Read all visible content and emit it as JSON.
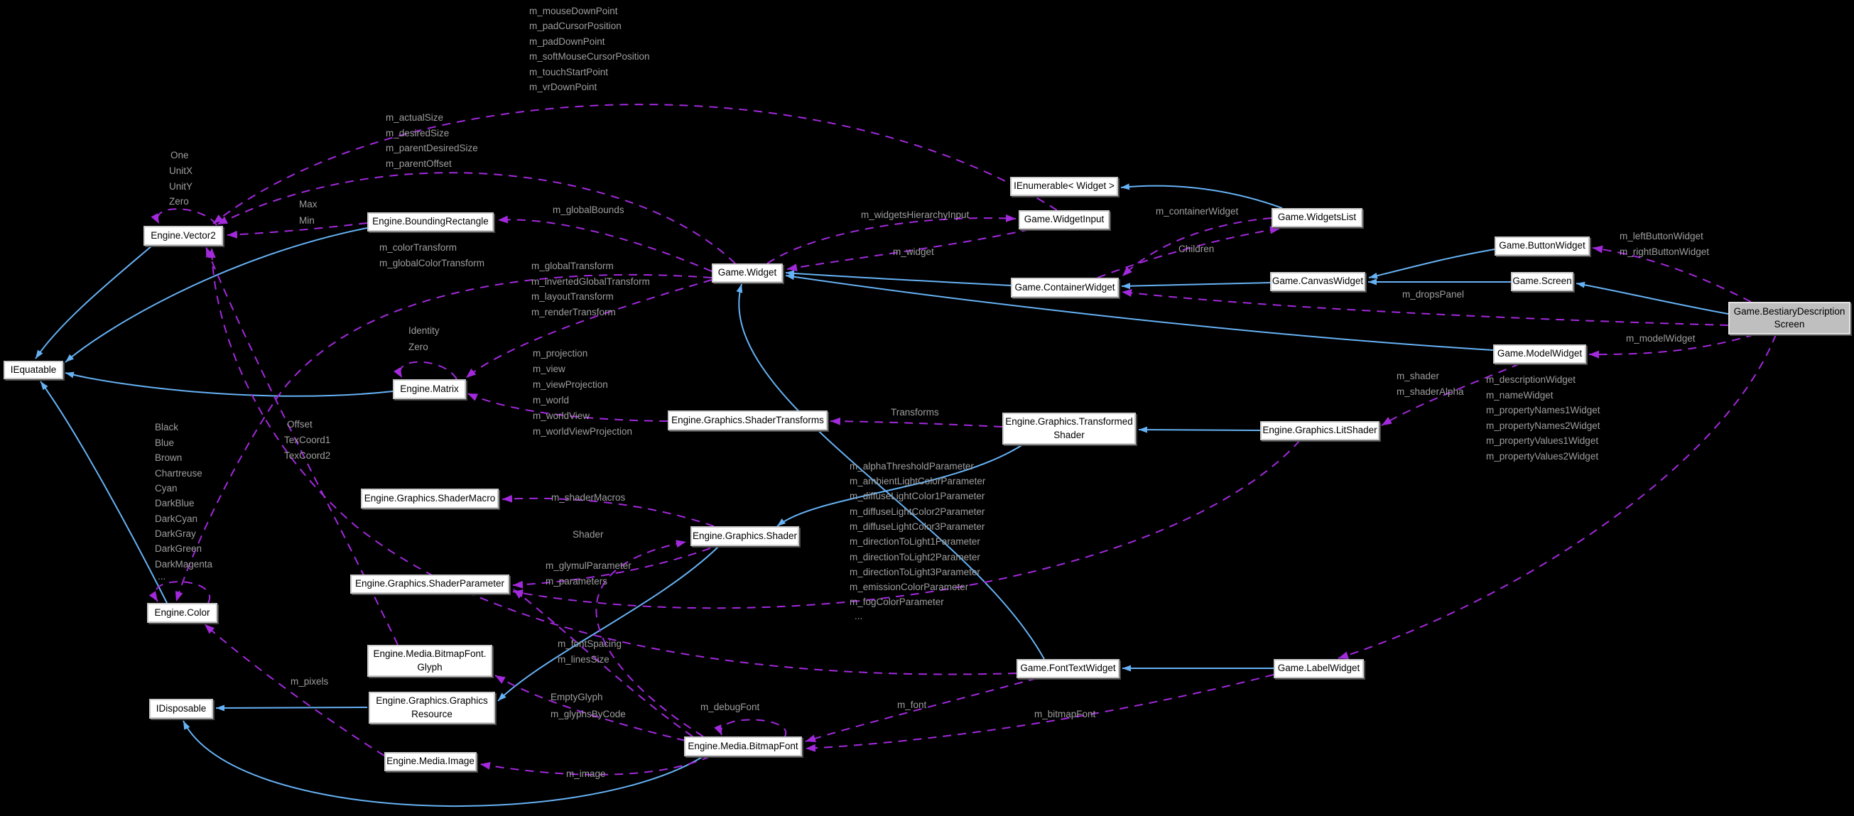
{
  "diagram": {
    "type": "doxygen-collaboration-graph",
    "background": "#000000",
    "colors": {
      "inheritance_edge": "#66b2f5",
      "usage_edge": "#a329dd",
      "edge_label": "#9e9e9e",
      "node_fill": "#ffffff",
      "node_border": "#c9c9c9",
      "node_text": "#000000",
      "highlighted_node_fill": "#bfbfbf"
    },
    "nodes": [
      {
        "id": "vector2",
        "label": "Engine.Vector2"
      },
      {
        "id": "iequatable",
        "label": "IEquatable"
      },
      {
        "id": "boundingrectangle",
        "label": "Engine.BoundingRectangle"
      },
      {
        "id": "matrix",
        "label": "Engine.Matrix"
      },
      {
        "id": "color",
        "label": "Engine.Color"
      },
      {
        "id": "idisposable",
        "label": "IDisposable"
      },
      {
        "id": "shadermacro",
        "label": "Engine.Graphics.ShaderMacro"
      },
      {
        "id": "shaderparameter",
        "label": "Engine.Graphics.ShaderParameter"
      },
      {
        "id": "bitmapfontglyph",
        "label": "Engine.Media.BitmapFont.\nGlyph"
      },
      {
        "id": "graphicsresource",
        "label": "Engine.Graphics.Graphics\nResource"
      },
      {
        "id": "mediaimage",
        "label": "Engine.Media.Image"
      },
      {
        "id": "mediabitmapfont",
        "label": "Engine.Media.BitmapFont"
      },
      {
        "id": "shader",
        "label": "Engine.Graphics.Shader"
      },
      {
        "id": "shadertransforms",
        "label": "Engine.Graphics.ShaderTransforms"
      },
      {
        "id": "widget",
        "label": "Game.Widget"
      },
      {
        "id": "widgetinput",
        "label": "Game.WidgetInput"
      },
      {
        "id": "ienumerablewidget",
        "label": "IEnumerable< Widget >"
      },
      {
        "id": "widgetslist",
        "label": "Game.WidgetsList"
      },
      {
        "id": "containerwidget",
        "label": "Game.ContainerWidget"
      },
      {
        "id": "canvaswidget",
        "label": "Game.CanvasWidget"
      },
      {
        "id": "buttonwidget",
        "label": "Game.ButtonWidget"
      },
      {
        "id": "screen",
        "label": "Game.Screen"
      },
      {
        "id": "bestiarydescriptionscreen",
        "label": "Game.BestiaryDescription\nScreen",
        "highlighted": true
      },
      {
        "id": "modelwidget",
        "label": "Game.ModelWidget"
      },
      {
        "id": "litshader",
        "label": "Engine.Graphics.LitShader"
      },
      {
        "id": "transformedshader",
        "label": "Engine.Graphics.Transformed\nShader"
      },
      {
        "id": "fonttextwidget",
        "label": "Game.FontTextWidget"
      },
      {
        "id": "labelwidget",
        "label": "Game.LabelWidget"
      }
    ],
    "edge_labels": [
      {
        "id": "mouseDownPoint",
        "text": "m_mouseDownPoint"
      },
      {
        "id": "padCursorPosition",
        "text": "m_padCursorPosition"
      },
      {
        "id": "padDownPoint",
        "text": "m_padDownPoint"
      },
      {
        "id": "softMouseCursorPosition",
        "text": "m_softMouseCursorPosition"
      },
      {
        "id": "touchStartPoint",
        "text": "m_touchStartPoint"
      },
      {
        "id": "vrDownPoint",
        "text": "m_vrDownPoint"
      },
      {
        "id": "actualSize",
        "text": "m_actualSize"
      },
      {
        "id": "desiredSize",
        "text": "m_desiredSize"
      },
      {
        "id": "parentDesiredSize",
        "text": "m_parentDesiredSize"
      },
      {
        "id": "parentOffset",
        "text": "m_parentOffset"
      },
      {
        "id": "one",
        "text": "One"
      },
      {
        "id": "unitX",
        "text": "UnitX"
      },
      {
        "id": "unitY",
        "text": "UnitY"
      },
      {
        "id": "zeroV",
        "text": "Zero"
      },
      {
        "id": "max",
        "text": "Max"
      },
      {
        "id": "min",
        "text": "Min"
      },
      {
        "id": "globalBounds",
        "text": "m_globalBounds"
      },
      {
        "id": "colorTransform",
        "text": "m_colorTransform"
      },
      {
        "id": "globalColorTransform",
        "text": "m_globalColorTransform"
      },
      {
        "id": "globalTransform",
        "text": "m_globalTransform"
      },
      {
        "id": "invertedGlobalTransform",
        "text": "m_invertedGlobalTransform"
      },
      {
        "id": "layoutTransform",
        "text": "m_layoutTransform"
      },
      {
        "id": "renderTransform",
        "text": "m_renderTransform"
      },
      {
        "id": "identity",
        "text": "Identity"
      },
      {
        "id": "zeroM",
        "text": "Zero"
      },
      {
        "id": "projection",
        "text": "m_projection"
      },
      {
        "id": "view",
        "text": "m_view"
      },
      {
        "id": "viewProjection",
        "text": "m_viewProjection"
      },
      {
        "id": "world",
        "text": "m_world"
      },
      {
        "id": "worldView",
        "text": "m_worldView"
      },
      {
        "id": "worldViewProjection",
        "text": "m_worldViewProjection"
      },
      {
        "id": "offset",
        "text": "Offset"
      },
      {
        "id": "texCoord1",
        "text": "TexCoord1"
      },
      {
        "id": "texCoord2",
        "text": "TexCoord2"
      },
      {
        "id": "black",
        "text": "Black"
      },
      {
        "id": "blue",
        "text": "Blue"
      },
      {
        "id": "brown",
        "text": "Brown"
      },
      {
        "id": "chartreuse",
        "text": "Chartreuse"
      },
      {
        "id": "cyan",
        "text": "Cyan"
      },
      {
        "id": "darkBlue",
        "text": "DarkBlue"
      },
      {
        "id": "darkCyan",
        "text": "DarkCyan"
      },
      {
        "id": "darkGray",
        "text": "DarkGray"
      },
      {
        "id": "darkGreen",
        "text": "DarkGreen"
      },
      {
        "id": "darkMagenta",
        "text": "DarkMagenta"
      },
      {
        "id": "colorsEllipsis",
        "text": "..."
      },
      {
        "id": "transforms",
        "text": "Transforms"
      },
      {
        "id": "shaderMacros",
        "text": "m_shaderMacros"
      },
      {
        "id": "shaderProp",
        "text": "Shader"
      },
      {
        "id": "glymulParameter",
        "text": "m_glymulParameter"
      },
      {
        "id": "parameters",
        "text": "m_parameters"
      },
      {
        "id": "alphaThresholdParameter",
        "text": "m_alphaThresholdParameter"
      },
      {
        "id": "ambientLightColorParameter",
        "text": "m_ambientLightColorParameter"
      },
      {
        "id": "diffuseLightColor1Parameter",
        "text": "m_diffuseLightColor1Parameter"
      },
      {
        "id": "diffuseLightColor2Parameter",
        "text": "m_diffuseLightColor2Parameter"
      },
      {
        "id": "diffuseLightColor3Parameter",
        "text": "m_diffuseLightColor3Parameter"
      },
      {
        "id": "directionToLight1Parameter",
        "text": "m_directionToLight1Parameter"
      },
      {
        "id": "directionToLight2Parameter",
        "text": "m_directionToLight2Parameter"
      },
      {
        "id": "directionToLight3Parameter",
        "text": "m_directionToLight3Parameter"
      },
      {
        "id": "emissionColorParameter",
        "text": "m_emissionColorParameter"
      },
      {
        "id": "fogColorParameter",
        "text": "m_fogColorParameter"
      },
      {
        "id": "paramsEllipsis",
        "text": "..."
      },
      {
        "id": "fontSpacing",
        "text": "m_fontSpacing"
      },
      {
        "id": "linesSize",
        "text": "m_linesSize"
      },
      {
        "id": "pixels",
        "text": "m_pixels"
      },
      {
        "id": "emptyGlyph",
        "text": "EmptyGlyph"
      },
      {
        "id": "glyphsByCode",
        "text": "m_glyphsByCode"
      },
      {
        "id": "debugFont",
        "text": "m_debugFont"
      },
      {
        "id": "font",
        "text": "m_font"
      },
      {
        "id": "bitmapFont",
        "text": "m_bitmapFont"
      },
      {
        "id": "image",
        "text": "m_image"
      },
      {
        "id": "widgetsHierarchyInput",
        "text": "m_widgetsHierarchyInput"
      },
      {
        "id": "widgetMember",
        "text": "m_widget"
      },
      {
        "id": "containerWidgetMember",
        "text": "m_containerWidget"
      },
      {
        "id": "children",
        "text": "Children"
      },
      {
        "id": "dropsPanel",
        "text": "m_dropsPanel"
      },
      {
        "id": "leftButtonWidget",
        "text": "m_leftButtonWidget"
      },
      {
        "id": "rightButtonWidget",
        "text": "m_rightButtonWidget"
      },
      {
        "id": "modelWidgetMember",
        "text": "m_modelWidget"
      },
      {
        "id": "shaderMember",
        "text": "m_shader"
      },
      {
        "id": "shaderAlpha",
        "text": "m_shaderAlpha"
      },
      {
        "id": "descriptionWidget",
        "text": "m_descriptionWidget"
      },
      {
        "id": "nameWidget",
        "text": "m_nameWidget"
      },
      {
        "id": "propertyNames1Widget",
        "text": "m_propertyNames1Widget"
      },
      {
        "id": "propertyNames2Widget",
        "text": "m_propertyNames2Widget"
      },
      {
        "id": "propertyValues1Widget",
        "text": "m_propertyValues1Widget"
      },
      {
        "id": "propertyValues2Widget",
        "text": "m_propertyValues2Widget"
      }
    ]
  }
}
